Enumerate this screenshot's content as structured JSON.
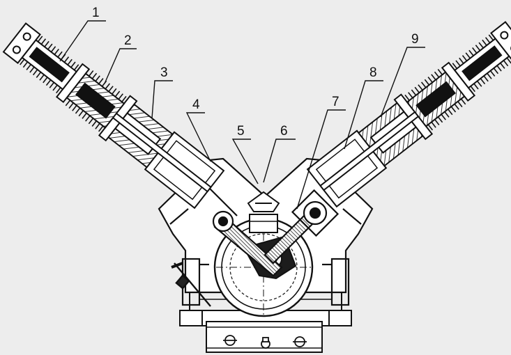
{
  "figure": {
    "callouts": [
      {
        "id": "1",
        "label": "1"
      },
      {
        "id": "2",
        "label": "2"
      },
      {
        "id": "3",
        "label": "3"
      },
      {
        "id": "4",
        "label": "4"
      },
      {
        "id": "5",
        "label": "5"
      },
      {
        "id": "6",
        "label": "6"
      },
      {
        "id": "7",
        "label": "7"
      },
      {
        "id": "8",
        "label": "8"
      },
      {
        "id": "9",
        "label": "9"
      }
    ],
    "colors": {
      "ink": "#111111",
      "background": "#ededed",
      "hatch": "#444444"
    }
  }
}
